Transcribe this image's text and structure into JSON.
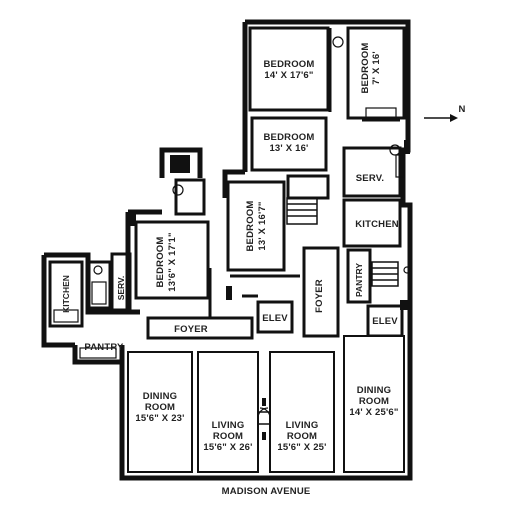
{
  "north_label": "N",
  "street": "MADISON AVENUE",
  "rooms": {
    "bedroom_top": {
      "name": "BEDROOM",
      "dims": "14' X 17'6\""
    },
    "bedroom_small": {
      "name": "BEDROOM",
      "dims": "7' X 16'"
    },
    "bedroom_mid": {
      "name": "BEDROOM",
      "dims": "13' X 16'"
    },
    "bedroom_center": {
      "name": "BEDROOM",
      "dims": "13' X 16'7\""
    },
    "bedroom_left": {
      "name": "BEDROOM",
      "dims": "13'6\" X 17'1\""
    },
    "serv_right": {
      "name": "SERV."
    },
    "kitchen_right": {
      "name": "KITCHEN"
    },
    "pantry_right": {
      "name": "PANTRY"
    },
    "elev_right": {
      "name": "ELEV"
    },
    "foyer_vertical": {
      "name": "FOYER"
    },
    "elev_center": {
      "name": "ELEV"
    },
    "foyer_horizontal": {
      "name": "FOYER"
    },
    "kitchen_left": {
      "name": "KITCHEN"
    },
    "serv_left": {
      "name": "SERV."
    },
    "pantry_left": {
      "name": "PANTRY"
    },
    "dining_left": {
      "name": "DINING",
      "name2": "ROOM",
      "dims": "15'6\" X 23'"
    },
    "living_left": {
      "name": "LIVING",
      "name2": "ROOM",
      "dims": "15'6\" X 26'"
    },
    "living_right": {
      "name": "LIVING",
      "name2": "ROOM",
      "dims": "15'6\" X 25'"
    },
    "dining_right": {
      "name": "DINING",
      "name2": "ROOM",
      "dims": "14' X 25'6\""
    }
  }
}
